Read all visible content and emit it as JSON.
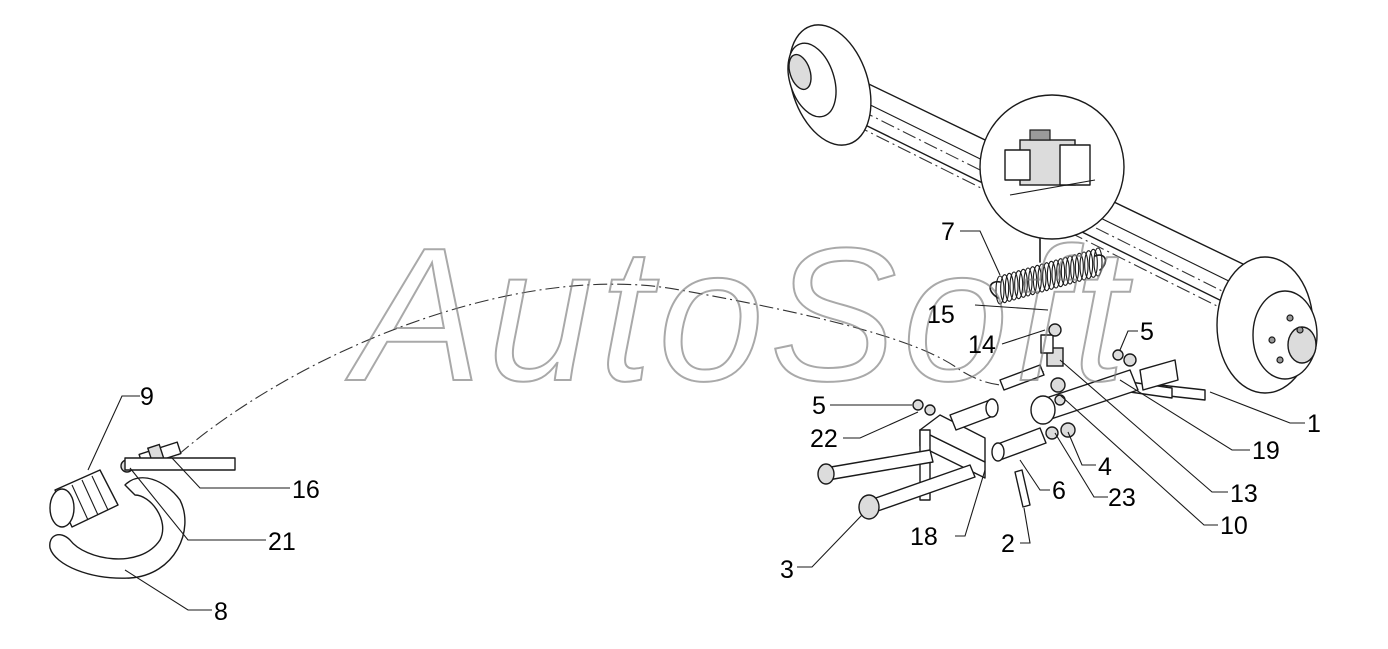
{
  "watermark": "AutoSoft",
  "callouts": [
    {
      "id": "c1",
      "text": "1"
    },
    {
      "id": "c2",
      "text": "2"
    },
    {
      "id": "c3",
      "text": "3"
    },
    {
      "id": "c4",
      "text": "4"
    },
    {
      "id": "c5a",
      "text": "5"
    },
    {
      "id": "c5b",
      "text": "5"
    },
    {
      "id": "c6",
      "text": "6"
    },
    {
      "id": "c7",
      "text": "7"
    },
    {
      "id": "c8",
      "text": "8"
    },
    {
      "id": "c9",
      "text": "9"
    },
    {
      "id": "c10",
      "text": "10"
    },
    {
      "id": "c13",
      "text": "13"
    },
    {
      "id": "c14",
      "text": "14"
    },
    {
      "id": "c15",
      "text": "15"
    },
    {
      "id": "c16",
      "text": "16"
    },
    {
      "id": "c18",
      "text": "18"
    },
    {
      "id": "c19",
      "text": "19"
    },
    {
      "id": "c21",
      "text": "21"
    },
    {
      "id": "c22",
      "text": "22"
    },
    {
      "id": "c23",
      "text": "23"
    }
  ]
}
